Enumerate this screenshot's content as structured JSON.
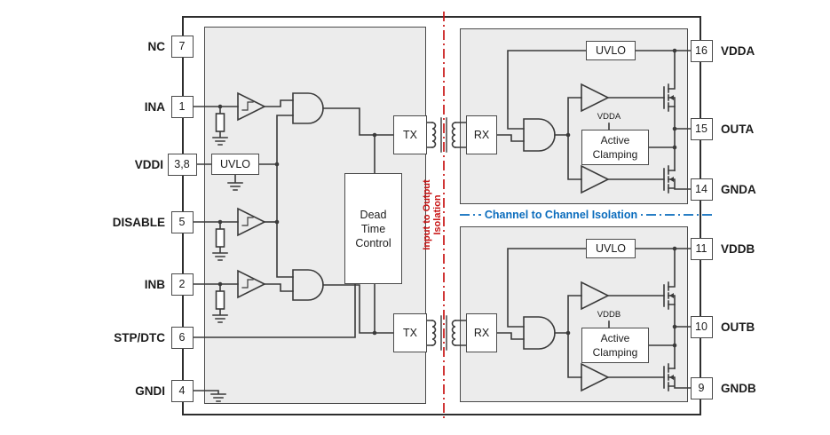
{
  "pins": {
    "left": [
      {
        "label": "NC",
        "number": "7"
      },
      {
        "label": "INA",
        "number": "1"
      },
      {
        "label": "VDDI",
        "number": "3,8"
      },
      {
        "label": "DISABLE",
        "number": "5"
      },
      {
        "label": "INB",
        "number": "2"
      },
      {
        "label": "STP/DTC",
        "number": "6"
      },
      {
        "label": "GNDI",
        "number": "4"
      }
    ],
    "right": [
      {
        "number": "16",
        "label": "VDDA"
      },
      {
        "number": "15",
        "label": "OUTA"
      },
      {
        "number": "14",
        "label": "GNDA"
      },
      {
        "number": "11",
        "label": "VDDB"
      },
      {
        "number": "10",
        "label": "OUTB"
      },
      {
        "number": "9",
        "label": "GNDB"
      }
    ]
  },
  "blocks": {
    "uvlo_input": "UVLO",
    "uvlo_a": "UVLO",
    "uvlo_b": "UVLO",
    "tx_a": "TX",
    "tx_b": "TX",
    "rx_a": "RX",
    "rx_b": "RX",
    "dead_time_control": {
      "line1": "Dead",
      "line2": "Time",
      "line3": "Control"
    },
    "active_clamping_a": {
      "line1": "Active",
      "line2": "Clamping"
    },
    "active_clamping_b": {
      "line1": "Active",
      "line2": "Clamping"
    },
    "vdda_tap": "VDDA",
    "vddb_tap": "VDDB"
  },
  "isolation": {
    "input_output": {
      "line1": "Input to Output",
      "line2": "Isolation"
    },
    "channel_to_channel": "Channel to Channel Isolation"
  },
  "colors": {
    "red": "#c81414",
    "blue": "#0a6cbd",
    "wire": "#3a3a3a",
    "panel": "#ececec"
  }
}
